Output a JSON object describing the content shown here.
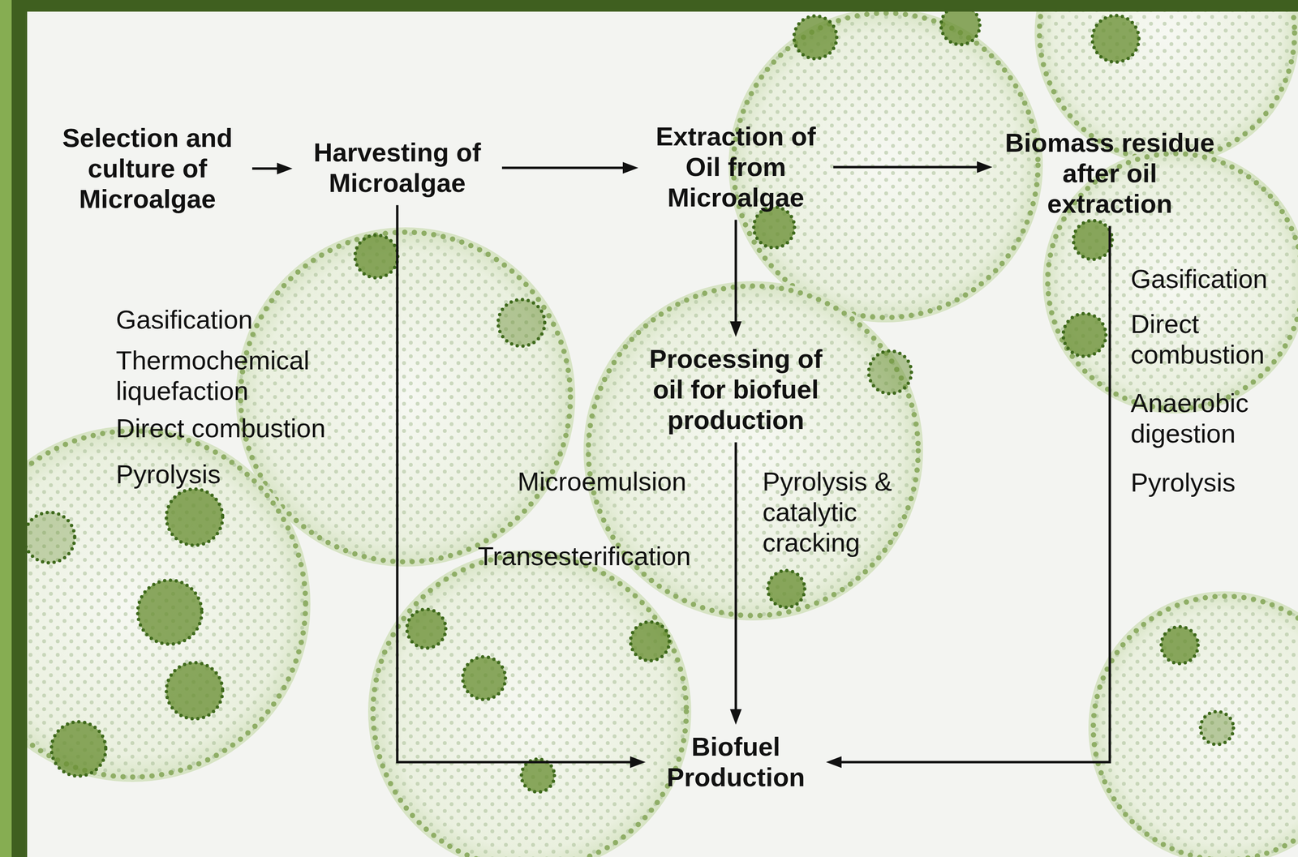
{
  "diagram": {
    "nodes": [
      {
        "text": [
          "Selection and culture of Microalgae"
        ]
      },
      {
        "text": [
          "Harvesting of Microalgae"
        ]
      },
      {
        "text": [
          "Extraction of Oil from Microalgae"
        ]
      },
      {
        "text": [
          "Biomass residue after oil extraction"
        ]
      },
      {
        "text": [
          "Processing of oil for biofuel production"
        ]
      },
      {
        "text": [
          "Biofuel Production"
        ]
      }
    ],
    "edges": [
      {
        "from": 0,
        "to": 1,
        "arrow": "to"
      },
      {
        "from": 1,
        "to": 2,
        "arrow": "to"
      },
      {
        "from": 2,
        "to": 3,
        "arrow": "to"
      },
      {
        "from": 2,
        "to": 4,
        "arrow": "to"
      },
      {
        "from": 4,
        "to": 5,
        "arrow": "to"
      },
      {
        "from": 1,
        "to": 5,
        "arrow": "to"
      },
      {
        "from": 3,
        "to": 5,
        "arrow": "to"
      }
    ],
    "labels": [
      "Gasification",
      "Thermochemical liquefaction",
      "Direct combustion",
      "Pyrolysis",
      "Microemulsion",
      "Transesterification",
      "Pyrolysis & catalytic cracking",
      "Gasification",
      "Direct combustion",
      "Anaerobic digestion",
      "Pyrolysis"
    ]
  }
}
